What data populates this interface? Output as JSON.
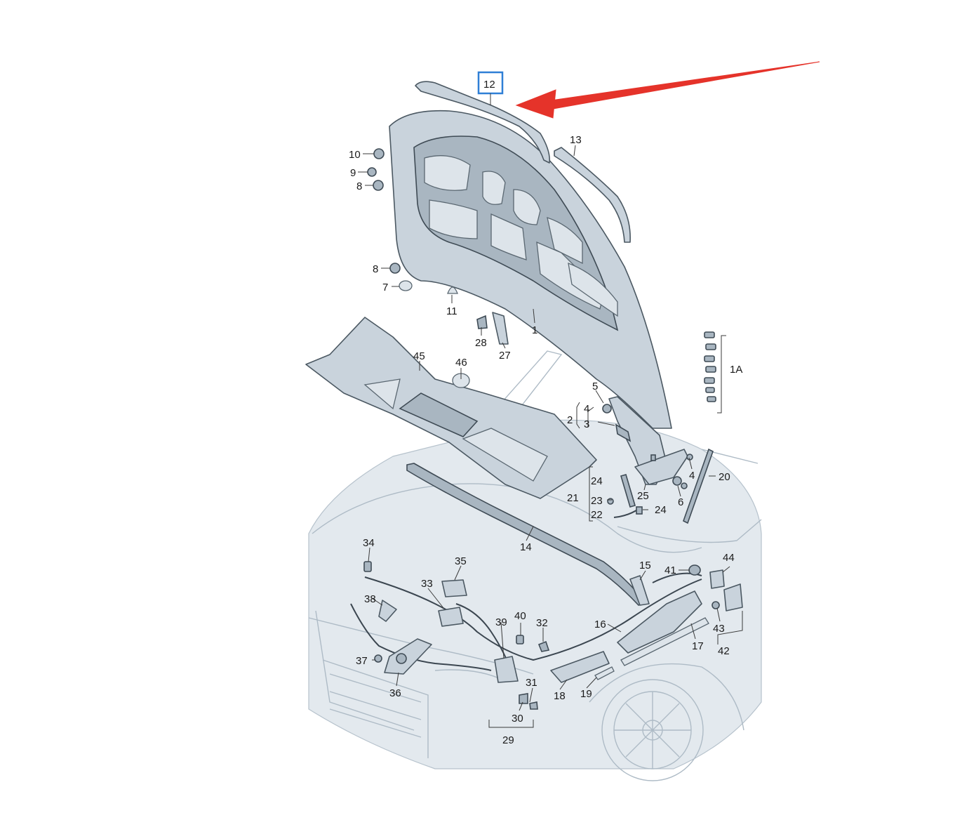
{
  "diagram": {
    "highlighted_part": "12",
    "labels": [
      "1",
      "1A",
      "2",
      "3",
      "4",
      "4",
      "5",
      "6",
      "7",
      "8",
      "8",
      "9",
      "10",
      "11",
      "12",
      "13",
      "14",
      "15",
      "16",
      "17",
      "18",
      "19",
      "20",
      "21",
      "22",
      "23",
      "24",
      "24",
      "25",
      "27",
      "28",
      "29",
      "30",
      "31",
      "32",
      "33",
      "34",
      "35",
      "36",
      "37",
      "38",
      "39",
      "40",
      "41",
      "42",
      "43",
      "44",
      "45",
      "46"
    ],
    "colors": {
      "part_fill": "#c9d3dc",
      "outline": "#4b5862",
      "highlight": "#2f7fd6",
      "arrow": "#e5332a"
    }
  }
}
